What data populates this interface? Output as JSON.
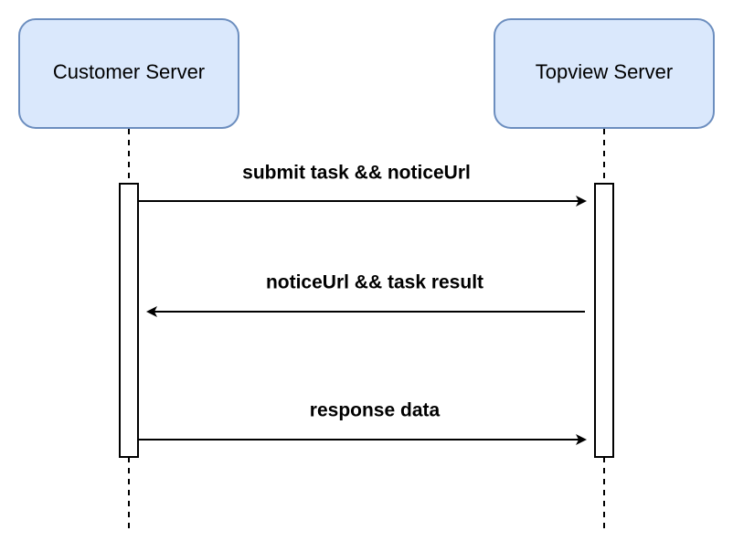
{
  "participants": {
    "customer": {
      "label": "Customer Server"
    },
    "topview": {
      "label": "Topview Server"
    }
  },
  "messages": [
    {
      "label": "submit task && noticeUrl",
      "from": "Customer Server",
      "to": "Topview Server"
    },
    {
      "label": "noticeUrl && task result",
      "from": "Topview Server",
      "to": "Customer Server"
    },
    {
      "label": "response data",
      "from": "Customer Server",
      "to": "Topview Server"
    }
  ],
  "colors": {
    "participant_fill": "#dae8fc",
    "participant_stroke": "#6c8ebf",
    "line": "#000000",
    "activation_fill": "#ffffff"
  }
}
